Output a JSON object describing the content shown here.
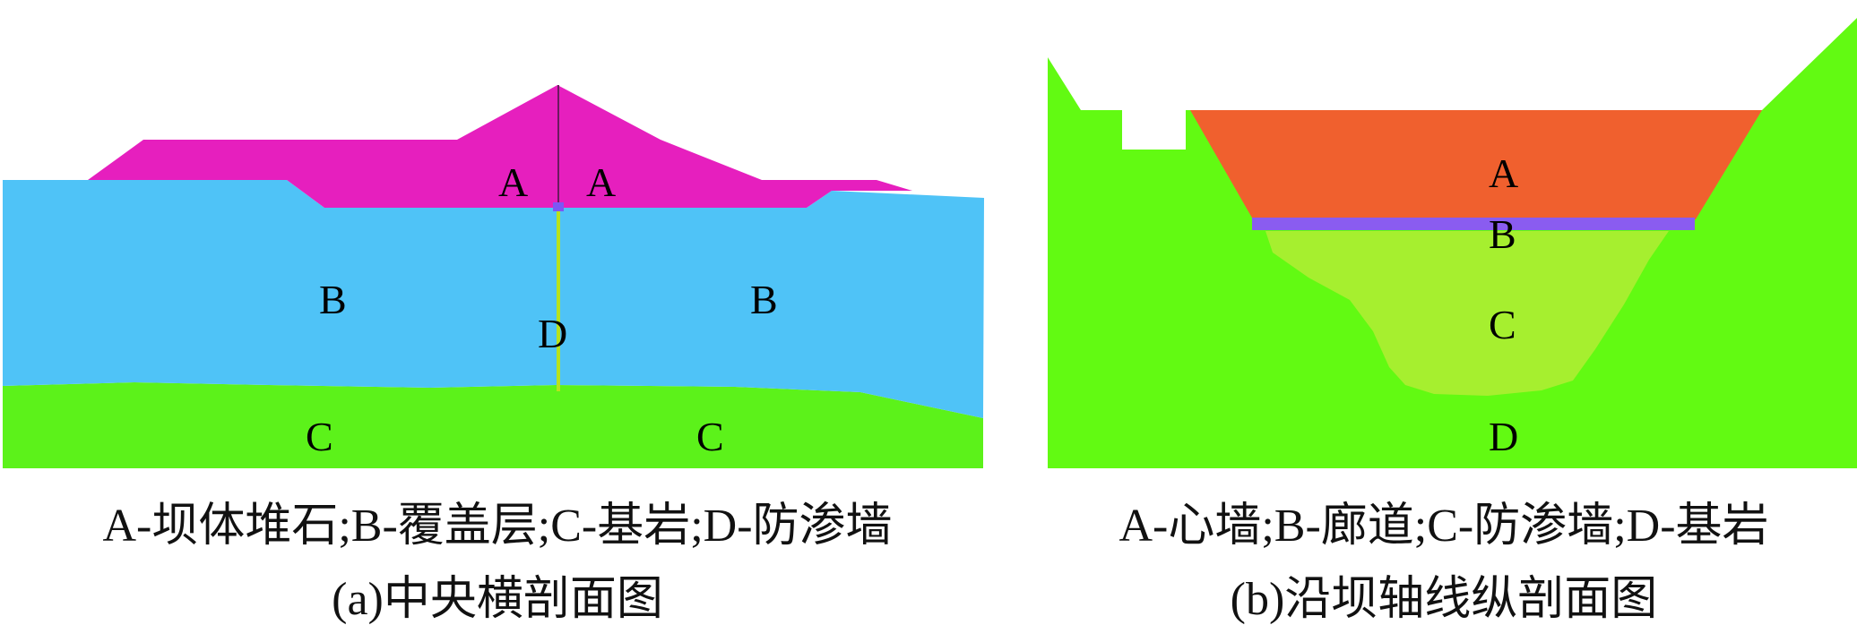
{
  "panel_a": {
    "labels": {
      "a_left": "A",
      "a_right": "A",
      "b_left": "B",
      "b_right": "B",
      "c_left": "C",
      "c_right": "C",
      "d": "D"
    },
    "legend": "A-坝体堆石;B-覆盖层;C-基岩;D-防渗墙",
    "title": "(a)中央横剖面图",
    "colors": {
      "dam_rockfill": "#e61fbe",
      "overburden": "#4fc3f7",
      "bedrock": "#5cf21a",
      "cutoff_wall": "#b8e21e",
      "wall_cap": "#7b57f5"
    }
  },
  "panel_b": {
    "labels": {
      "a": "A",
      "b": "B",
      "c": "C",
      "d": "D"
    },
    "legend": "A-心墙;B-廊道;C-防渗墙;D-基岩",
    "title": "(b)沿坝轴线纵剖面图",
    "colors": {
      "core_wall": "#f0602e",
      "gallery": "#8a5cf0",
      "cutoff_wall": "#a6ef2f",
      "bedrock": "#62fa12"
    }
  }
}
